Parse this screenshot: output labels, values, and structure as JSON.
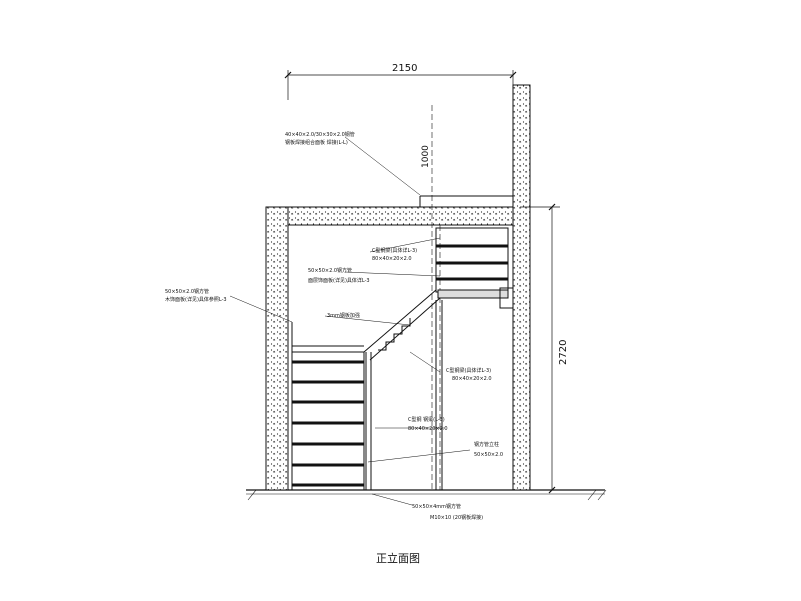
{
  "drawing": {
    "title": "正立面图",
    "dimensions": {
      "width_top": "2150",
      "height_right": "2720",
      "segment_1000": "1000"
    },
    "annotations": {
      "top_handrail_1": "40×40×2.0/30×30×2.0钢管",
      "top_handrail_2": "钢板焊接组合面板 焊接(L-L)",
      "c_channel_a_1": "C型钢梁(具体详L-3)",
      "c_channel_a_2": "80×40×20×2.0",
      "small_pipe_1": "50×50×2.0钢方管",
      "small_pipe_2": "面层饰面板(详见)具体详L-3",
      "left_pipe_1": "50×50×2.0钢方管",
      "left_pipe_2": "木饰面板(详见)具体参照L-3",
      "mid_label": "3mm钢板加强",
      "c_channel_b_1": "C型钢梁(具体详L-3)",
      "c_channel_b_2": "80×40×20×2.0",
      "c_channel_c_1": "C型钢 钢梁(L-3)",
      "c_channel_c_2": "80×40×20×2.0",
      "column_1": "钢方管立柱",
      "column_2": "50×50×2.0",
      "base_1": "50×50×4mm钢方管",
      "base_2": "M10×10 (20钢板焊接)"
    }
  }
}
